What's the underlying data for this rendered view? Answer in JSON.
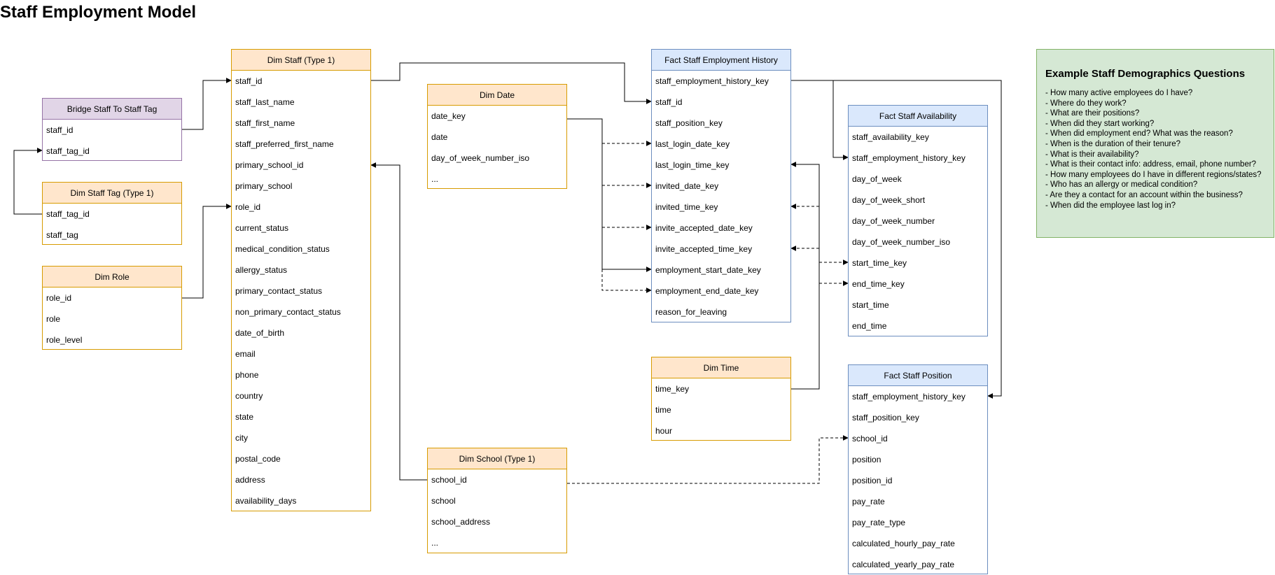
{
  "title": "Staff Employment Model",
  "colors": {
    "dim_fill": "#ffe6cc",
    "dim_border": "#d79b00",
    "fact_fill": "#dae8fc",
    "fact_border": "#6c8ebf",
    "bridge_fill": "#e1d5e7",
    "bridge_border": "#9673a6",
    "note_fill": "#d5e8d4",
    "note_border": "#82b366"
  },
  "tables": {
    "bridge_staff_tag": {
      "title": "Bridge Staff To Staff Tag",
      "fields": [
        "staff_id",
        "staff_tag_id"
      ]
    },
    "dim_staff_tag": {
      "title": "Dim Staff Tag (Type 1)",
      "fields": [
        "staff_tag_id",
        "staff_tag"
      ]
    },
    "dim_role": {
      "title": "Dim Role",
      "fields": [
        "role_id",
        "role",
        "role_level"
      ]
    },
    "dim_staff": {
      "title": "Dim Staff (Type 1)",
      "fields": [
        "staff_id",
        "staff_last_name",
        "staff_first_name",
        "staff_preferred_first_name",
        "primary_school_id",
        "primary_school",
        "role_id",
        "current_status",
        "medical_condition_status",
        "allergy_status",
        "primary_contact_status",
        "non_primary_contact_status",
        "date_of_birth",
        "email",
        "phone",
        "country",
        "state",
        "city",
        "postal_code",
        "address",
        "availability_days"
      ]
    },
    "dim_date": {
      "title": "Dim Date",
      "fields": [
        "date_key",
        "date",
        "day_of_week_number_iso",
        "..."
      ]
    },
    "dim_school": {
      "title": "Dim School (Type 1)",
      "fields": [
        "school_id",
        "school",
        "school_address",
        "..."
      ]
    },
    "fact_employment_history": {
      "title": "Fact Staff Employment History",
      "fields": [
        "staff_employment_history_key",
        "staff_id",
        "staff_position_key",
        "last_login_date_key",
        "last_login_time_key",
        "invited_date_key",
        "invited_time_key",
        "invite_accepted_date_key",
        "invite_accepted_time_key",
        "employment_start_date_key",
        "employment_end_date_key",
        "reason_for_leaving"
      ]
    },
    "dim_time": {
      "title": "Dim Time",
      "fields": [
        "time_key",
        "time",
        "hour"
      ]
    },
    "fact_availability": {
      "title": "Fact Staff Availability",
      "fields": [
        "staff_availability_key",
        "staff_employment_history_key",
        "day_of_week",
        "day_of_week_short",
        "day_of_week_number",
        "day_of_week_number_iso",
        "start_time_key",
        "end_time_key",
        "start_time",
        "end_time"
      ]
    },
    "fact_position": {
      "title": "Fact Staff Position",
      "fields": [
        "staff_employment_history_key",
        "staff_position_key",
        "school_id",
        "position",
        "position_id",
        "pay_rate",
        "pay_rate_type",
        "calculated_hourly_pay_rate",
        "calculated_yearly_pay_rate"
      ]
    }
  },
  "questions": {
    "title": "Example Staff Demographics Questions",
    "items": [
      "- How many active employees do I have?",
      "- Where do they work?",
      "- What are their positions?",
      "- When did they start working?",
      "- When did employment end? What was the reason?",
      "- When is the duration of their tenure?",
      "- What is their availability?",
      "- What is their contact info: address, email, phone number?",
      "- How many employees do I have in different regions/states?",
      "- Who has an allergy or medical condition?",
      "- Are they a contact for an account within the business?",
      "- When did the employee last log in?"
    ]
  }
}
